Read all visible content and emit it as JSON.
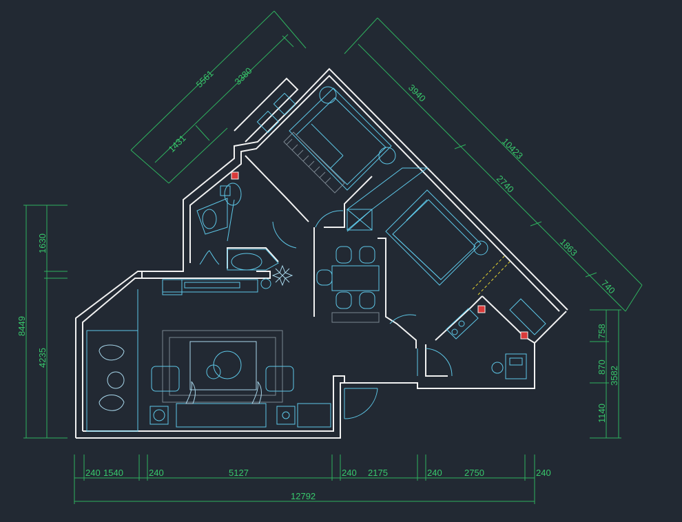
{
  "drawing": {
    "colors": {
      "background": "#222933",
      "dimension": "#38c96c",
      "wall": "#f2f2f2",
      "furniture": "#5ec8e8",
      "accent": "#e6d531",
      "marker": "#d93a3a"
    },
    "dimensions": {
      "diag_upper_left": [
        "5561",
        "3380",
        "1431"
      ],
      "diag_upper_right": [
        "3940",
        "10423",
        "2740",
        "1863",
        "740"
      ],
      "left_vertical": [
        "1630",
        "8449",
        "4235"
      ],
      "right_vertical": [
        "758",
        "870",
        "3582",
        "1140"
      ],
      "bottom_row": [
        "240",
        "1540",
        "240",
        "5127",
        "240",
        "2175",
        "240",
        "2750",
        "240"
      ],
      "bottom_total": "12792"
    }
  }
}
